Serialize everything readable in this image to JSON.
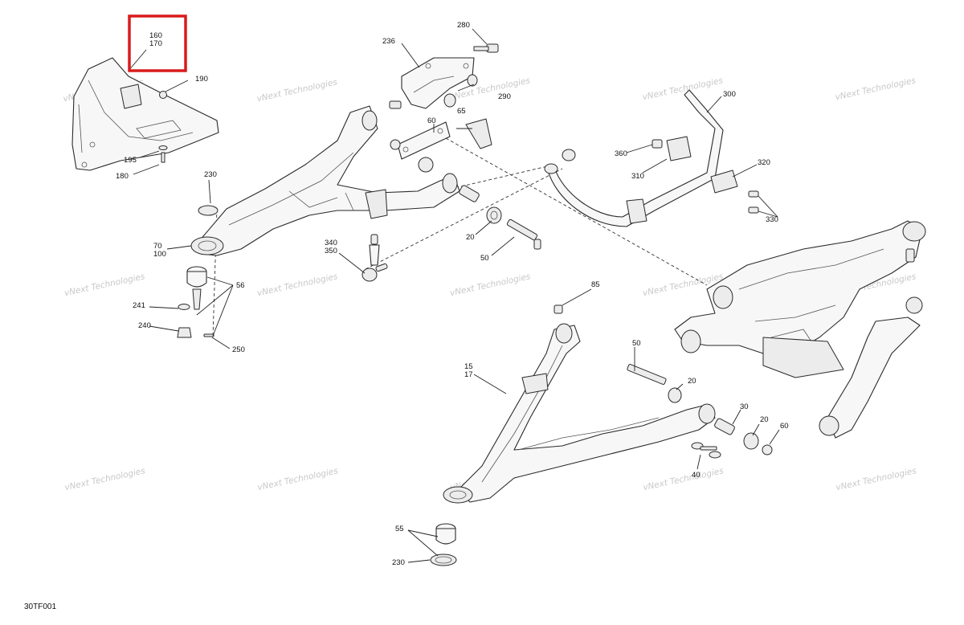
{
  "figure_code": "30TF001",
  "watermark_text": "vNext Technologies",
  "highlight_color": "#d81b1b",
  "callouts": {
    "c160_170": [
      "160",
      "170"
    ],
    "c190": "190",
    "c195": "195",
    "c180": "180",
    "c236": "236",
    "c280": "280",
    "c290": "290",
    "c60a": "60",
    "c65": "65",
    "c230a": "230",
    "c70_100": [
      "70",
      "100"
    ],
    "c56": "56",
    "c241": "241",
    "c240": "240",
    "c250": "250",
    "c340_350": [
      "340",
      "350"
    ],
    "c20a": "20",
    "c50a": "50",
    "c300": "300",
    "c360": "360",
    "c310": "310",
    "c320": "320",
    "c330": "330",
    "c85": "85",
    "c50b": "50",
    "c20b": "20",
    "c15_17": [
      "15",
      "17"
    ],
    "c30": "30",
    "c20c": "20",
    "c60b": "60",
    "c40": "40",
    "c55": "55",
    "c230b": "230"
  }
}
